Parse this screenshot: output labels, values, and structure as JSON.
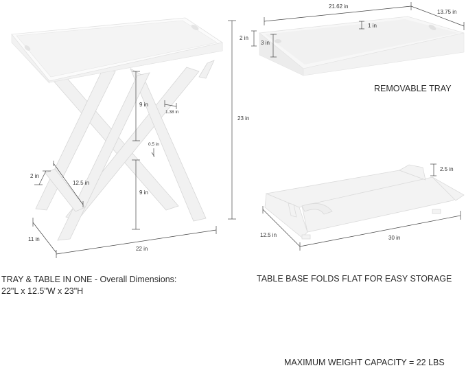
{
  "main_product": {
    "dimensions": {
      "overall_height": "23 in",
      "upper_leg_height": "9 in",
      "lower_leg_height": "9 in",
      "leg_width": "1.38 in",
      "leg_thickness": "0.5 in",
      "shelf_height": "2 in",
      "shelf_length": "12.5 in",
      "base_depth": "11 in",
      "base_length": "22 in"
    },
    "caption_line1": "TRAY & TABLE IN ONE - Overall Dimensions:",
    "caption_line2": "22\"L x 12.5\"W x 23\"H"
  },
  "tray": {
    "dimensions": {
      "length": "21.62 in",
      "width": "13.75 in",
      "rim_height": "1 in",
      "handle_height": "2 in",
      "side_height": "3 in"
    },
    "caption": "REMOVABLE TRAY"
  },
  "folded_base": {
    "dimensions": {
      "height": "2.5 in",
      "depth": "12.5 in",
      "length": "30 in"
    },
    "caption": "TABLE BASE FOLDS FLAT FOR EASY STORAGE"
  },
  "footer": {
    "capacity": "MAXIMUM WEIGHT CAPACITY = 22 LBS"
  }
}
